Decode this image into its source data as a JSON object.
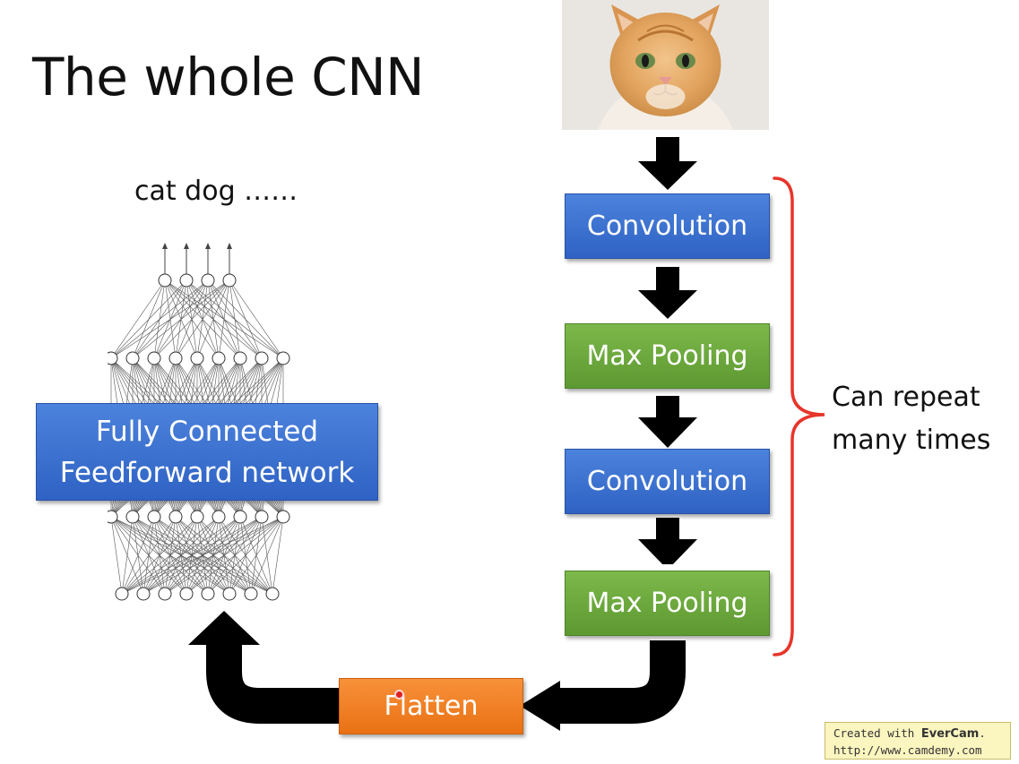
{
  "title": "The whole CNN",
  "outputs_label": "cat dog ……",
  "pipeline": [
    {
      "label": "Convolution",
      "color": "#3a6fd0"
    },
    {
      "label": "Max Pooling",
      "color": "#6aa83b"
    },
    {
      "label": "Convolution",
      "color": "#3a6fd0"
    },
    {
      "label": "Max Pooling",
      "color": "#6aa83b"
    }
  ],
  "fully_connected": {
    "line1": "Fully Connected",
    "line2": "Feedforward network",
    "color": "#3a6fd0"
  },
  "flatten": {
    "label": "Flatten",
    "color": "#f07f22"
  },
  "repeat_note": {
    "line1": "Can repeat",
    "line2": "many times",
    "bracket_color": "#e8352a"
  },
  "input_image": {
    "subject": "orange tabby kitten",
    "icon": "cat-photo"
  },
  "network_layers": [
    4,
    9,
    9,
    8
  ],
  "watermark": {
    "line1_prefix": "Created with ",
    "brand": "EverCam",
    "line1_suffix": ".",
    "line2": "http://www.camdemy.com"
  }
}
